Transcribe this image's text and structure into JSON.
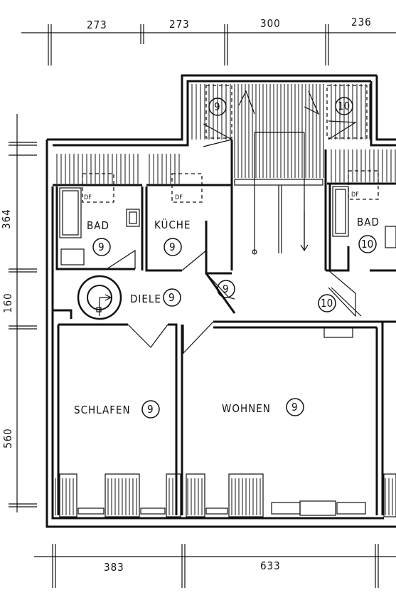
{
  "dimensions": {
    "top": [
      "273",
      "273",
      "300",
      "236"
    ],
    "left": [
      "364",
      "160",
      "560"
    ],
    "bottom": [
      "383",
      "633"
    ]
  },
  "rooms": {
    "bad_left": {
      "name": "BAD",
      "unit": "9"
    },
    "kueche": {
      "name": "KÜCHE",
      "unit": "9"
    },
    "diele": {
      "name": "DIELE",
      "unit": "9"
    },
    "schlafen": {
      "name": "SCHLAFEN",
      "unit": "9"
    },
    "wohnen": {
      "name": "WOHNEN",
      "unit": "9"
    },
    "bad_right": {
      "name": "BAD",
      "unit": "10"
    }
  },
  "markers": {
    "balcony_left": "9",
    "balcony_right": "10",
    "entrance_left": "9",
    "entrance_right": "10"
  },
  "shafts": [
    "DF",
    "DF",
    "DF"
  ]
}
